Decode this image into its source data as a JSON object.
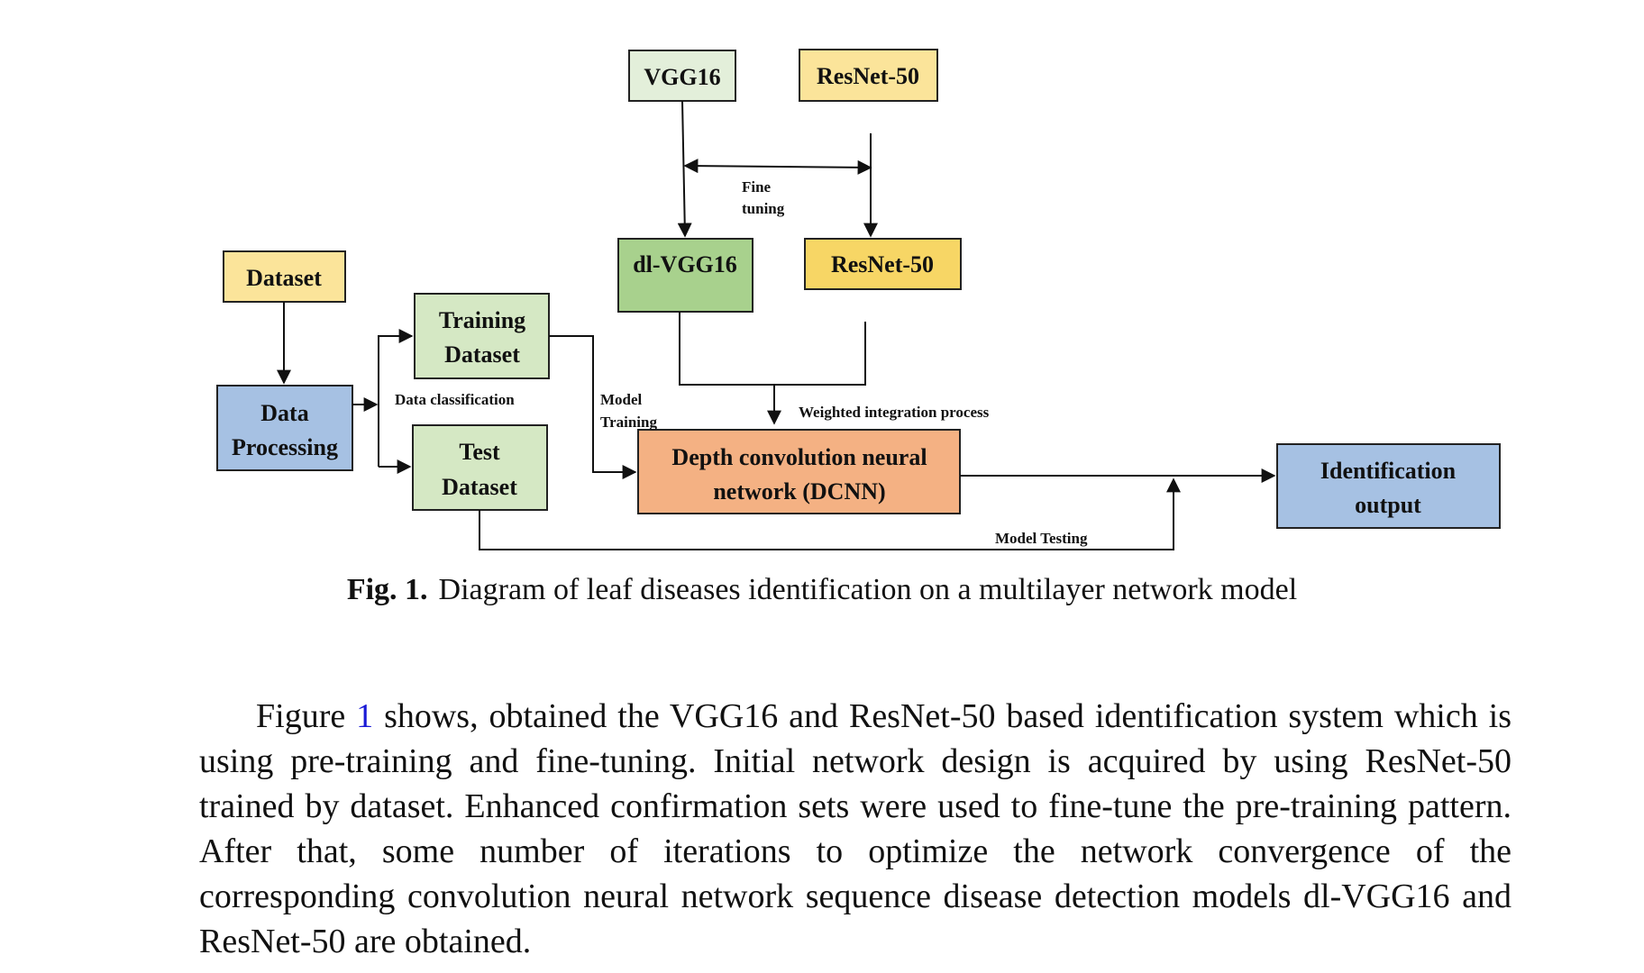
{
  "diagram": {
    "nodes": {
      "vgg16": "VGG16",
      "resnet_top": "ResNet-50",
      "dl_vgg16": "dl-VGG16",
      "resnet_mid": "ResNet-50",
      "dataset": "Dataset",
      "data_processing_1": "Data",
      "data_processing_2": "Processing",
      "training_1": "Training",
      "training_2": "Dataset",
      "test_1": "Test",
      "test_2": "Dataset",
      "dcnn_1": "Depth convolution neural",
      "dcnn_2": "network (DCNN)",
      "output_1": "Identification",
      "output_2": "output"
    },
    "edge_labels": {
      "fine_1": "Fine",
      "fine_2": "tuning",
      "data_classification": "Data classification",
      "model_training_1": "Model",
      "model_training_2": "Training",
      "weighted": "Weighted integration process",
      "model_testing": "Model Testing"
    },
    "colors": {
      "green": "#d5e8c4",
      "green_dark": "#a8d18d",
      "yellow": "#fbe49a",
      "yellow_dark": "#f7d665",
      "blue": "#a6c1e3",
      "orange": "#f4b183"
    }
  },
  "caption": {
    "label": "Fig. 1.",
    "text": "Diagram of leaf diseases identification on a multilayer network model"
  },
  "paragraph": {
    "before_ref": "Figure ",
    "ref": "1",
    "after_ref": " shows, obtained the VGG16 and ResNet-50 based identification system which is using pre-training and fine-tuning. Initial network design is acquired by using ResNet-50 trained by dataset. Enhanced confirmation sets were used to fine-tune the pre-training pattern. After that, some number of iterations to optimize the network convergence of the corresponding convolution neural network sequence disease detection models dl-VGG16 and ResNet-50 are obtained."
  }
}
